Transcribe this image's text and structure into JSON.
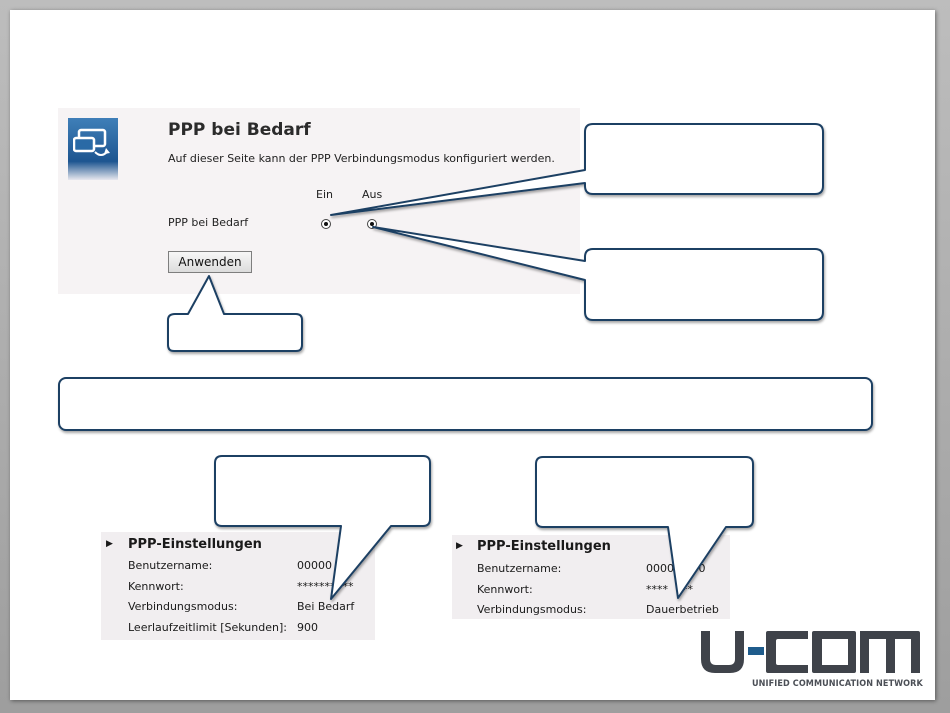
{
  "ppp": {
    "title": "PPP bei Bedarf",
    "description": "Auf dieser Seite kann der PPP Verbindungsmodus konfiguriert werden.",
    "col_on": "Ein",
    "col_off": "Aus",
    "row_label": "PPP bei Bedarf",
    "apply_label": "Anwenden"
  },
  "settings_left": {
    "title": "PPP-Einstellungen",
    "rows": [
      {
        "key": "Benutzername:",
        "value": "00000   00"
      },
      {
        "key": "Kennwort:",
        "value": "*******  **"
      },
      {
        "key": "Verbindungsmodus:",
        "value": "Bei Bedarf"
      },
      {
        "key": "Leerlaufzeitlimit [Sekunden]:",
        "value": "900"
      }
    ]
  },
  "settings_right": {
    "title": "PPP-Einstellungen",
    "rows": [
      {
        "key": "Benutzername:",
        "value": "0000   000"
      },
      {
        "key": "Kennwort:",
        "value": "****    **"
      },
      {
        "key": "Verbindungsmodus:",
        "value": "Dauerbetrieb"
      }
    ]
  },
  "logo": {
    "tagline": "UNIFIED COMMUNICATION NETWORK",
    "dark_color": "#3f434a",
    "accent_color": "#1f5c8c"
  },
  "colors": {
    "callout_border": "#1e3f63",
    "panel_bg": "#f6f3f4"
  }
}
